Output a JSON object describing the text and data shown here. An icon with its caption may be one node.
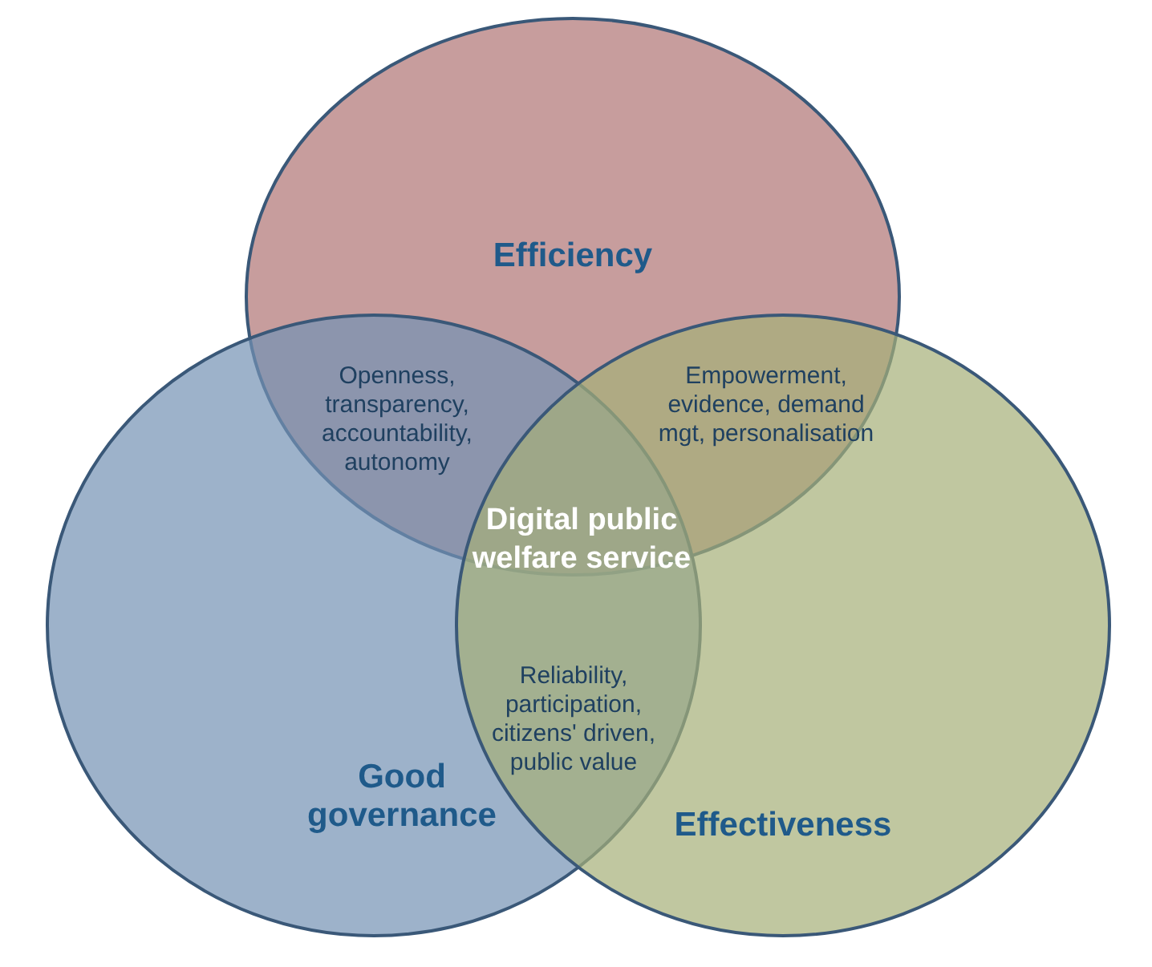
{
  "diagram": {
    "nodes": [
      {
        "text": [
          "Efficiency"
        ]
      },
      {
        "text": [
          "Good governance"
        ]
      },
      {
        "text": [
          "Effectiveness"
        ]
      }
    ],
    "labels": [
      "Openness, transparency, accountability, autonomy",
      "Empowerment, evidence, demand mgt, personalisation",
      "Digital public welfare service",
      "Reliability, participation, citizens' driven, public value"
    ]
  }
}
